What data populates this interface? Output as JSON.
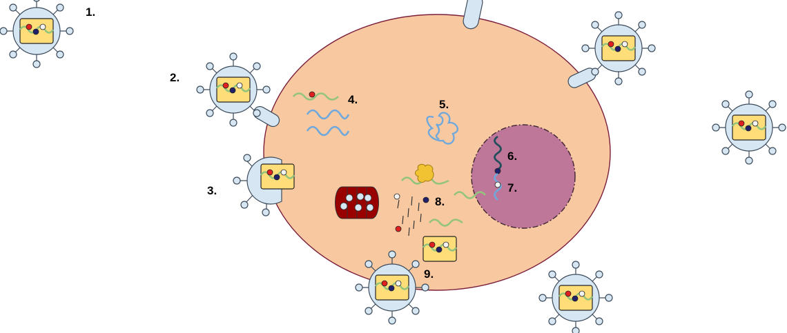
{
  "colors": {
    "cell_fill": "#f8c9a0",
    "cell_stroke": "#7a1e3c",
    "nucleus_fill": "#bf7799",
    "nucleus_stroke": "#3d2330",
    "capsid_fill": "#ffde7a",
    "capsid_stroke": "#222222",
    "envelope_fill": "#d7e6f3",
    "envelope_stroke": "#3b4a5a",
    "rna_green": "#93c47d",
    "rna_blue": "#6fa8dc",
    "dna_dark": "#1f4e5a",
    "protein_red": "#e02020",
    "protein_navy": "#20206b",
    "protein_white": "#f2f2f2",
    "ribosome_yellow": "#f1c232",
    "er_red": "#990000"
  },
  "steps": {
    "s1": "1.",
    "s2": "2.",
    "s3": "3.",
    "s4": "4.",
    "s5": "5.",
    "s6": "6.",
    "s7": "7.",
    "s8": "8.",
    "s9": "9."
  }
}
